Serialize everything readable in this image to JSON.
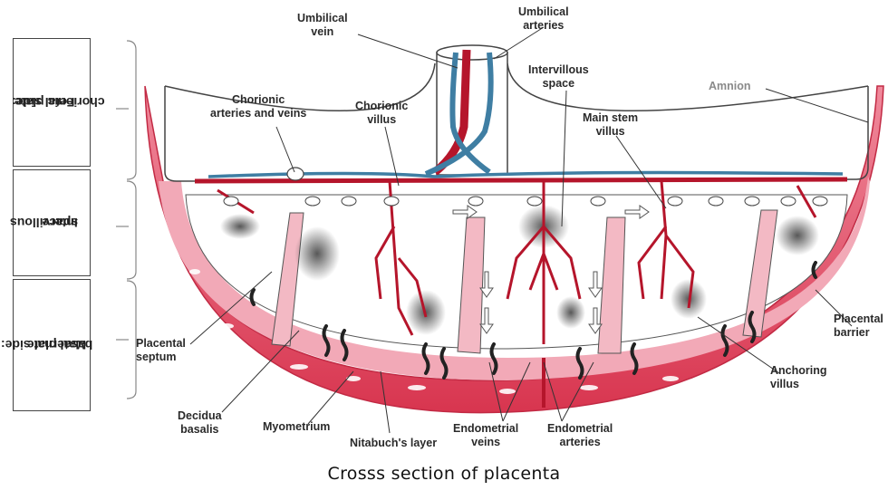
{
  "side_labels": {
    "fetal_side": [
      "Fetal side:",
      "chorionic plate"
    ],
    "intervillous": [
      "Intervillous",
      "space"
    ],
    "maternal_side": [
      "Maternal side:",
      "basal plate"
    ]
  },
  "labels": {
    "umbilical_vein": [
      "Umbilical",
      "vein"
    ],
    "umbilical_arteries": [
      "Umbilical",
      "arteries"
    ],
    "intervillous_space": [
      "Intervillous",
      "space"
    ],
    "amnion": "Amnion",
    "chorionic_arteries_veins": [
      "Chorionic",
      "arteries and veins"
    ],
    "chorionic_villus": [
      "Chorionic",
      "villus"
    ],
    "main_stem_villus": [
      "Main stem",
      "villus"
    ],
    "placental_septum": [
      "Placental",
      "septum"
    ],
    "placental_barrier": [
      "Placental",
      "barrier"
    ],
    "anchoring_villus": [
      "Anchoring",
      "villus"
    ],
    "decidua_basalis": [
      "Decidua",
      "basalis"
    ],
    "myometrium": "Myometrium",
    "nitabuchs_layer": "Nitabuch's  layer",
    "endometrial_veins": [
      "Endometrial",
      "veins"
    ],
    "endometrial_arteries": [
      "Endometrial",
      "arteries"
    ]
  },
  "caption": "Crosss section of placenta",
  "colors": {
    "artery_red": "#b5152b",
    "vein_blue": "#3f7ea3",
    "tissue_pink": "#f3b9c4",
    "wall_red": "#d8354f",
    "outline": "#333333"
  }
}
